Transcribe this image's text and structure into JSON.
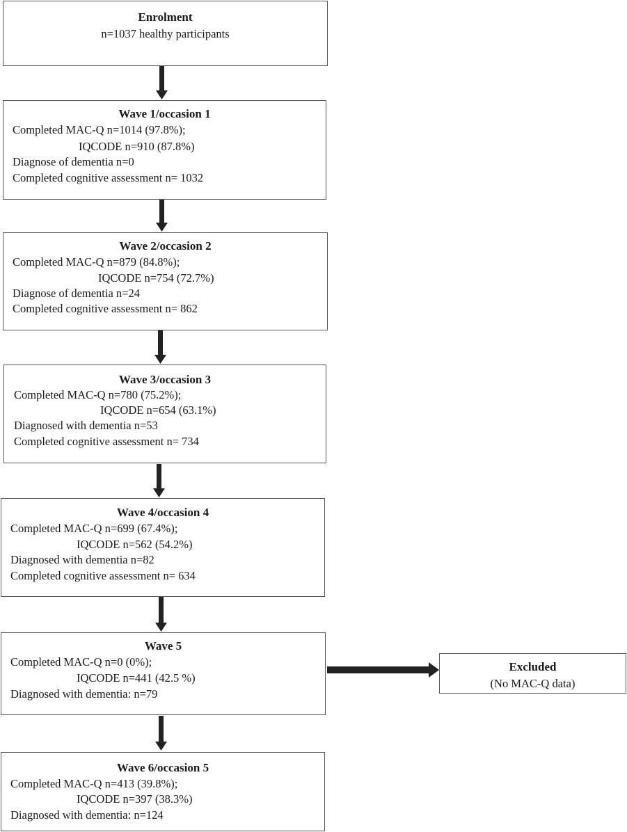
{
  "enrolment": {
    "title": "Enrolment",
    "line1": "n=1037 healthy participants"
  },
  "wave1": {
    "title": "Wave 1/occasion 1",
    "macq": "Completed MAC-Q n=1014 (97.8%);",
    "iqcode": "IQCODE n=910 (87.8%)",
    "dementia": "Diagnose of dementia n=0",
    "cognitive": "Completed cognitive assessment n= 1032"
  },
  "wave2": {
    "title": "Wave 2/occasion 2",
    "macq": "Completed MAC-Q n=879 (84.8%);",
    "iqcode": "IQCODE n=754 (72.7%)",
    "dementia": "Diagnose of dementia n=24",
    "cognitive": "Completed cognitive assessment n= 862"
  },
  "wave3": {
    "title": "Wave 3/occasion 3",
    "macq": "Completed MAC-Q n=780 (75.2%);",
    "iqcode": "IQCODE n=654 (63.1%)",
    "dementia": "Diagnosed with dementia n=53",
    "cognitive": "Completed cognitive assessment n= 734"
  },
  "wave4": {
    "title": "Wave 4/occasion 4",
    "macq": "Completed MAC-Q n=699 (67.4%);",
    "iqcode": "IQCODE n=562 (54.2%)",
    "dementia": "Diagnosed with dementia n=82",
    "cognitive": "Completed cognitive assessment n= 634"
  },
  "wave5": {
    "title": "Wave 5",
    "macq": "Completed MAC-Q n=0 (0%);",
    "iqcode": "IQCODE n=441 (42.5 %)",
    "dementia": "Diagnosed with dementia: n=79"
  },
  "excluded": {
    "title": "Excluded",
    "line1": "(No MAC-Q data)"
  },
  "wave6": {
    "title": "Wave 6/occasion 5",
    "macq": "Completed MAC-Q n=413 (39.8%);",
    "iqcode": "IQCODE n=397 (38.3%)",
    "dementia": "Diagnosed with dementia: n=124"
  }
}
